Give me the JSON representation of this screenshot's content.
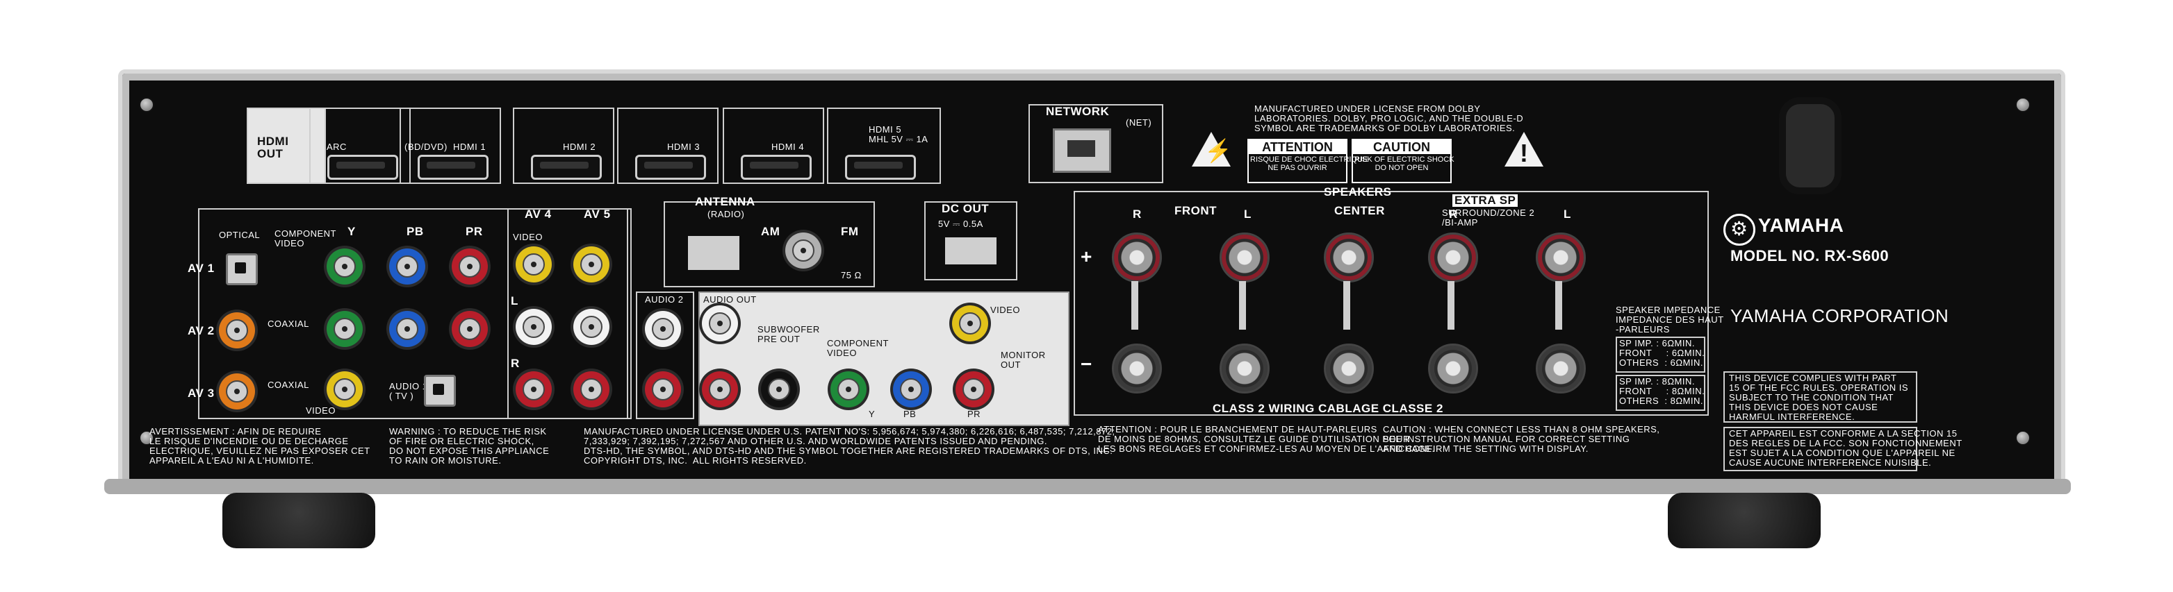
{
  "brand": "YAMAHA",
  "model": "MODEL NO.  RX-S600",
  "corporation": "YAMAHA CORPORATION",
  "hdmi": {
    "out_label": "HDMI\nOUT",
    "arc": "ARC",
    "inputs": [
      {
        "label": "(BD/DVD)  HDMI 1"
      },
      {
        "label": "HDMI 2"
      },
      {
        "label": "HDMI 3"
      },
      {
        "label": "HDMI 4"
      },
      {
        "label": "HDMI 5\nMHL 5V ⎓ 1A"
      }
    ]
  },
  "network": {
    "label": "NETWORK",
    "sub": "(NET)"
  },
  "antenna": {
    "label": "ANTENNA",
    "sub": "(RADIO)",
    "am": "AM",
    "fm": "FM",
    "ohm": "75 Ω"
  },
  "dc_out": {
    "label": "DC OUT",
    "spec": "5V ⎓ 0.5A"
  },
  "inputs_left": {
    "av1": "AV 1",
    "av2": "AV 2",
    "av3": "AV 3",
    "optical": "OPTICAL",
    "component_video": "COMPONENT\nVIDEO",
    "y": "Y",
    "pb": "PB",
    "pr": "PR",
    "coaxial": "COAXIAL",
    "video": "VIDEO",
    "audio1": "AUDIO 1\n( TV )"
  },
  "av_mid": {
    "av4": "AV 4",
    "av5": "AV 5",
    "video": "VIDEO",
    "audio2": "AUDIO 2",
    "l": "L",
    "r": "R"
  },
  "white_panel": {
    "audio_out": "AUDIO OUT",
    "subwoofer": "SUBWOOFER\nPRE OUT",
    "component_video": "COMPONENT\nVIDEO",
    "monitor_out": "MONITOR\nOUT",
    "video": "VIDEO",
    "y": "Y",
    "pb": "PB",
    "pr": "PR"
  },
  "speakers": {
    "title": "SPEAKERS",
    "front": "FRONT",
    "center": "CENTER",
    "extra_sp": "EXTRA SP",
    "extra_sub": "SURROUND/ZONE 2\n/BI-AMP",
    "plus": "+",
    "minus": "−",
    "r": "R",
    "l": "L",
    "class2": "CLASS 2 WIRING    CABLAGE CLASSE 2",
    "impedance_title": "SPEAKER IMPEDANCE\nIMPEDANCE DES HAUT\n-PARLEURS",
    "imp1": "SP IMP. : 6ΩMIN.\nFRONT     : 6ΩMIN.\nOTHERS  : 6ΩMIN.",
    "imp2": "SP IMP. : 8ΩMIN.\nFRONT     : 8ΩMIN.\nOTHERS  : 8ΩMIN."
  },
  "dolby_text": "MANUFACTURED UNDER LICENSE FROM DOLBY\nLABORATORIES. DOLBY, PRO LOGIC, AND THE DOUBLE-D\nSYMBOL ARE TRADEMARKS OF DOLBY LABORATORIES.",
  "attention_box": {
    "hdr": "ATTENTION",
    "body": "RISQUE DE CHOC ELECTRIQUE\nNE PAS OUVRIR"
  },
  "caution_box": {
    "hdr": "CAUTION",
    "body": "RISK OF ELECTRIC SHOCK\nDO NOT OPEN"
  },
  "avertissement": "AVERTISSEMENT : AFIN DE REDUIRE\nLE RISQUE D'INCENDIE OU DE DECHARGE\nELECTRIQUE, VEUILLEZ NE PAS EXPOSER CET\nAPPAREIL A L'EAU NI A L'HUMIDITE.",
  "warning": "WARNING : TO REDUCE THE RISK\nOF FIRE OR ELECTRIC SHOCK,\nDO NOT EXPOSE THIS APPLIANCE\nTO RAIN OR MOISTURE.",
  "dts_text": "MANUFACTURED UNDER LICENSE UNDER U.S. PATENT NO'S: 5,956,674; 5,974,380; 6,226,616; 6,487,535; 7,212,872;\n7,333,929; 7,392,195; 7,272,567 AND OTHER U.S. AND WORLDWIDE PATENTS ISSUED AND PENDING.\nDTS-HD, THE SYMBOL, AND DTS-HD AND THE SYMBOL TOGETHER ARE REGISTERED TRADEMARKS OF DTS, INC.\nCOPYRIGHT DTS, INC.  ALL RIGHTS RESERVED.",
  "attention_bottom": "ATTENTION : POUR LE BRANCHEMENT DE HAUT-PARLEURS\nDE MOINS DE 8OHMS, CONSULTEZ LE GUIDE D'UTILISATION POUR\nLES BONS REGLAGES ET CONFIRMEZ-LES AU MOYEN DE L'AFFICHAGE.",
  "caution_bottom": "CAUTION : WHEN CONNECT LESS THAN 8 OHM SPEAKERS,\nSEE INSTRUCTION MANUAL FOR CORRECT SETTING\nAND CONFIRM THE SETTING WITH DISPLAY.",
  "fcc_text": "THIS DEVICE COMPLIES WITH PART\n15 OF THE FCC RULES. OPERATION IS\nSUBJECT TO THE CONDITION THAT\nTHIS DEVICE DOES NOT CAUSE\nHARMFUL INTERFERENCE.",
  "canada_text": "CET APPAREIL EST CONFORME A LA SECTION 15\nDES REGLES DE LA FCC. SON FONCTIONNEMENT\nEST SUJET A LA CONDITION QUE L'APPAREIL NE\nCAUSE AUCUNE INTERFERENCE NUISIBLE.",
  "colors": {
    "green": "#1f8a3a",
    "blue": "#1e5cc8",
    "red": "#b81e2a",
    "yellow": "#e2c21a",
    "white": "#f2f2f2",
    "orange": "#e07a1a",
    "black": "#111111"
  }
}
